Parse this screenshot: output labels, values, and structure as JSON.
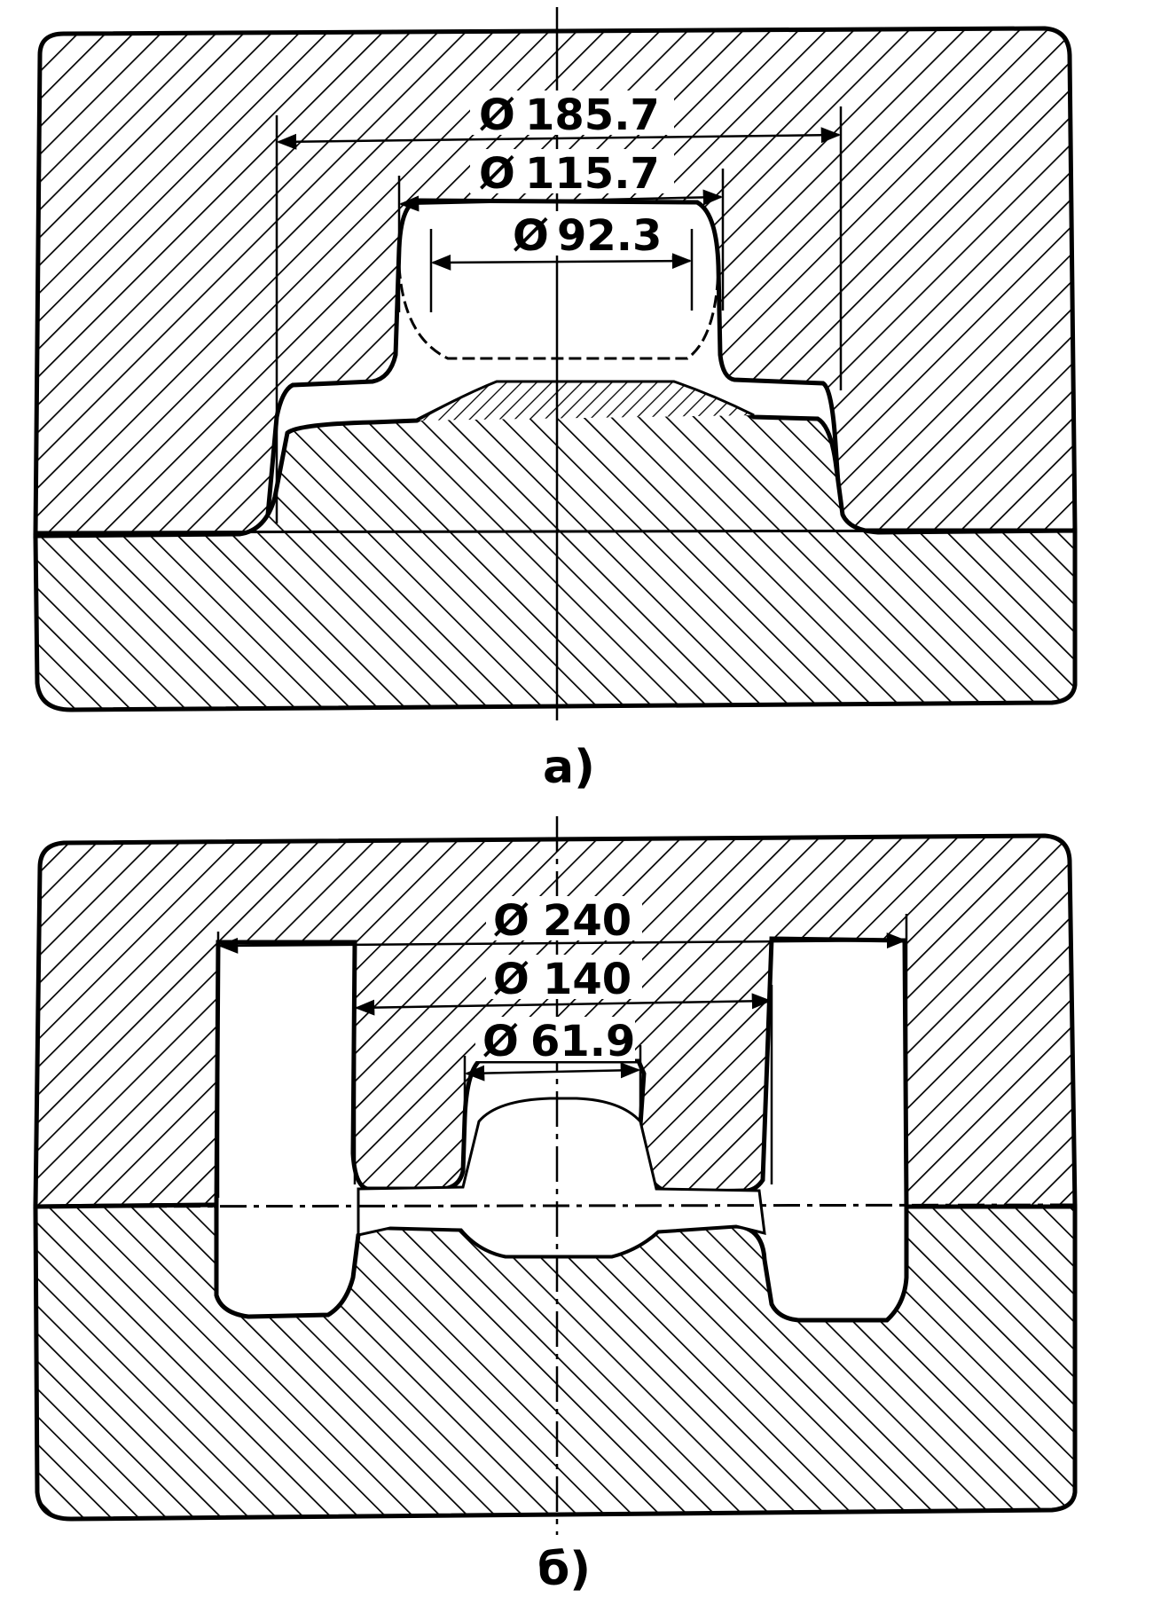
{
  "figure_a": {
    "caption": "a)",
    "dimensions": [
      {
        "symbol": "Ø",
        "value": "185.7"
      },
      {
        "symbol": "Ø",
        "value": "115.7"
      },
      {
        "symbol": "Ø",
        "value": "92.3"
      }
    ]
  },
  "figure_b": {
    "caption": "б)",
    "dimensions": [
      {
        "symbol": "Ø",
        "value": "240"
      },
      {
        "symbol": "Ø",
        "value": "140"
      },
      {
        "symbol": "Ø",
        "value": "61.9"
      }
    ]
  },
  "colors": {
    "ink": "#000000",
    "paper": "#ffffff"
  }
}
